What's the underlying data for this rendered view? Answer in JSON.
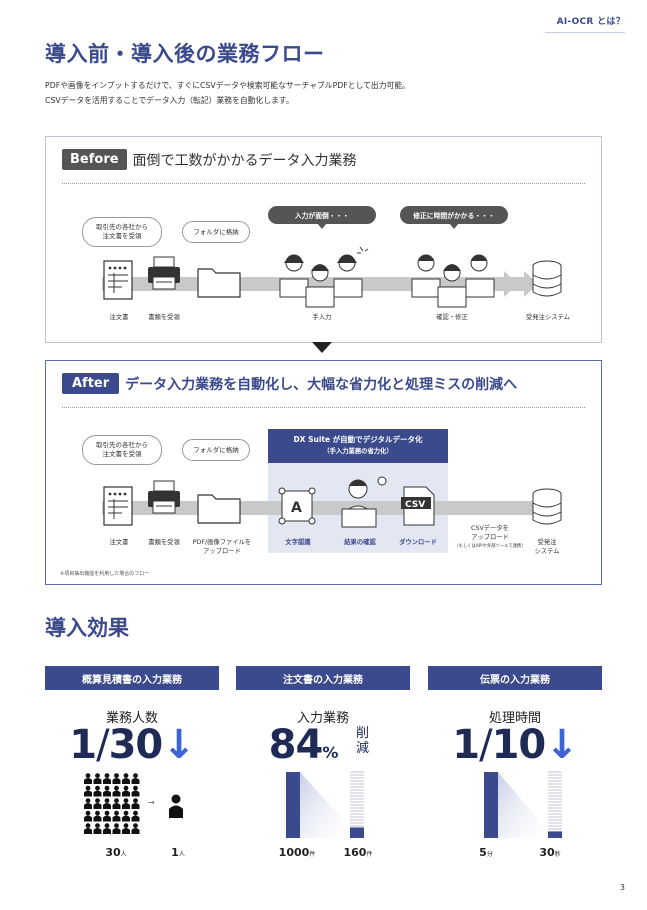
{
  "header": {
    "tag": "AI-OCR とは？"
  },
  "section1": {
    "title": "導入前・導入後の業務フロー",
    "desc_line1": "PDFや画像をインプットするだけで、すぐにCSVデータや検索可能なサーチャブルPDFとして出力可能。",
    "desc_line2": "CSVデータを活用することでデータ入力（転記）業務を自動化します。"
  },
  "before": {
    "tag": "Before",
    "heading": "面倒で工数がかかるデータ入力業務",
    "pill1_line1": "取引先の各社から",
    "pill1_line2": "注文書を受領",
    "pill2": "フォルダに格納",
    "bubble1": "入力が面倒・・・",
    "bubble2": "修正に時間がかかる・・・",
    "labels": [
      "注文書",
      "書類を受領",
      "手入力",
      "確認・修正",
      "受発注システム"
    ]
  },
  "after": {
    "tag": "After",
    "heading": "データ入力業務を自動化し、大幅な省力化と処理ミスの削減へ",
    "pill1_line1": "取引先の各社から",
    "pill1_line2": "注文書を受領",
    "pill2": "フォルダに格納",
    "dx_title": "DX Suite が自動でデジタルデータ化",
    "dx_sub": "（手入力業務の省力化）",
    "csv_label": "CSV",
    "labels": {
      "order": "注文書",
      "receive": "書類を受領",
      "upload_line1": "PDF/画像ファイルを",
      "upload_line2": "アップロード",
      "recognize": "文字認識",
      "confirm": "結果の確認",
      "download": "ダウンロード",
      "csv_up_line1": "CSVデータを",
      "csv_up_line2": "アップロード",
      "csv_up_note": "（もしくはAPIや外部ツールで連携）",
      "system_line1": "受発注",
      "system_line2": "システム"
    },
    "note": "※項目抽出機能を利用した場合のフロー"
  },
  "section2": {
    "title": "導入効果"
  },
  "effects": [
    {
      "head": "概算見積書の入力業務",
      "metric": "業務人数",
      "big_a": "1",
      "big_sep": "/",
      "big_b": "30",
      "from_value": "30",
      "from_unit": "人",
      "to_value": "1",
      "to_unit": "人"
    },
    {
      "head": "注文書の入力業務",
      "metric": "入力業務",
      "big": "84",
      "pct": "%",
      "reduce1": "削",
      "reduce2": "減",
      "from_value": "1000",
      "from_unit": "件",
      "to_value": "160",
      "to_unit": "件",
      "ratio": 0.16
    },
    {
      "head": "伝票の入力業務",
      "metric": "処理時間",
      "big_a": "1",
      "big_sep": "/",
      "big_b": "10",
      "from_value": "5",
      "from_unit": "分",
      "to_value": "30",
      "to_unit": "秒",
      "ratio": 0.1
    }
  ],
  "page_number": "3",
  "colors": {
    "navy": "#3b4a8c",
    "dark": "#1f2a55",
    "accent": "#3d63d6",
    "gray": "#555555"
  }
}
